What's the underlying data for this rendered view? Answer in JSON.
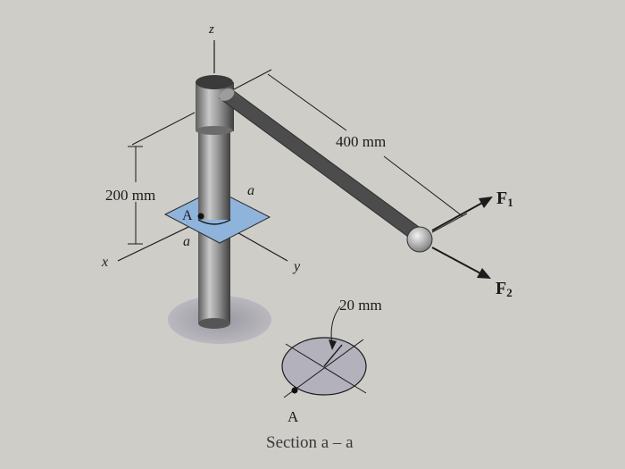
{
  "labels": {
    "z_axis": "z",
    "x_axis": "x",
    "y_axis": "y",
    "dim_400": "400 mm",
    "dim_200": "200 mm",
    "dim_20": "20 mm",
    "section_mark_top": "a",
    "section_mark_bottom": "a",
    "point_A": "A",
    "point_A_section": "A",
    "force_1_symbol": "F",
    "force_1_subscript": "1",
    "force_2_symbol": "F",
    "force_2_subscript": "2",
    "section_caption": "Section a – a"
  },
  "colors": {
    "background": "#cfcdc8",
    "section_plane": "#8fb4dc",
    "shaft": "#8a8a8a",
    "shadow": "#9e9ca6",
    "section_disc": "#b3b1bc",
    "ink": "#1b1b1b"
  }
}
